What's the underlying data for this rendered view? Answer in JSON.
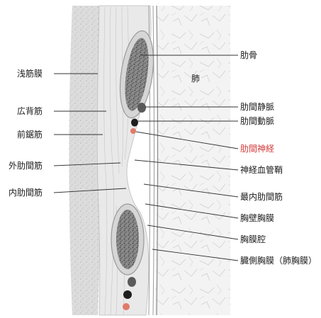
{
  "labels_left": [
    {
      "key": "superficial_fascia",
      "text": "浅筋膜"
    },
    {
      "key": "latissimus_dorsi",
      "text": "広背筋"
    },
    {
      "key": "serratus_anterior",
      "text": "前鋸筋"
    },
    {
      "key": "external_intercostal",
      "text": "外肋間筋"
    },
    {
      "key": "internal_intercostal",
      "text": "内肋間筋"
    }
  ],
  "labels_right": [
    {
      "key": "rib",
      "text": "肋骨",
      "highlight": false
    },
    {
      "key": "lung",
      "text": "肺",
      "highlight": false
    },
    {
      "key": "intercostal_vein",
      "text": "肋間静脈",
      "highlight": false
    },
    {
      "key": "intercostal_artery",
      "text": "肋間動脈",
      "highlight": false
    },
    {
      "key": "intercostal_nerve",
      "text": "肋間神経",
      "highlight": true
    },
    {
      "key": "neurovascular_sheath",
      "text": "神経血管鞘",
      "highlight": false
    },
    {
      "key": "innermost_intercostal",
      "text": "最内肋間筋",
      "highlight": false
    },
    {
      "key": "parietal_pleura",
      "text": "胸壁胸膜",
      "highlight": false
    },
    {
      "key": "pleural_cavity",
      "text": "胸膜腔",
      "highlight": false
    },
    {
      "key": "visceral_pleura",
      "text": "臓側胸膜（肺胸膜）",
      "highlight": false
    }
  ],
  "colors": {
    "highlight_text": "#d23a3a",
    "nerve": "#e07a68",
    "vein": "#5a5a5a",
    "artery": "#1e1e1e",
    "fascia": "#d9d9d9",
    "muscle": "#ececec",
    "lung": "#f2f2f2",
    "rib": "#9a9a9a",
    "leader_line": "#333333"
  }
}
